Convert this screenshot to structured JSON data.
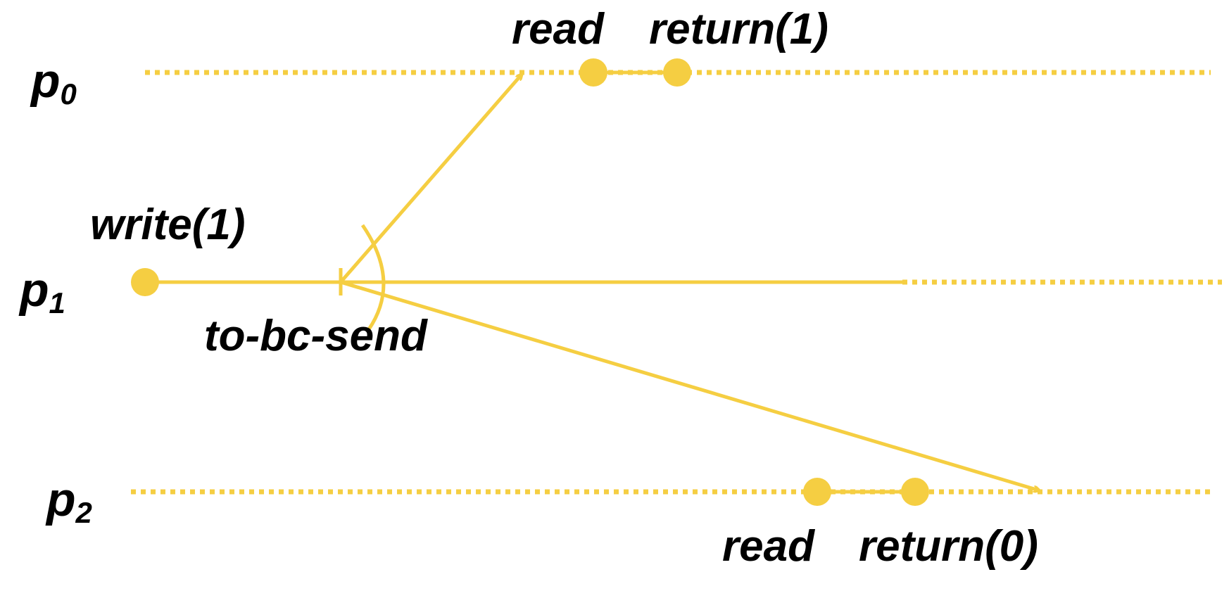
{
  "colors": {
    "timeline": "#F5CE42",
    "text": "#000000",
    "background": "#FFFFFF"
  },
  "processes": [
    {
      "name": "p",
      "index": "0"
    },
    {
      "name": "p",
      "index": "1"
    },
    {
      "name": "p",
      "index": "2"
    }
  ],
  "events": {
    "p0_read": "read",
    "p0_return": "return(1)",
    "p1_write": "write(1)",
    "p1_send": "to-bc-send",
    "p2_read": "read",
    "p2_return": "return(0)"
  }
}
